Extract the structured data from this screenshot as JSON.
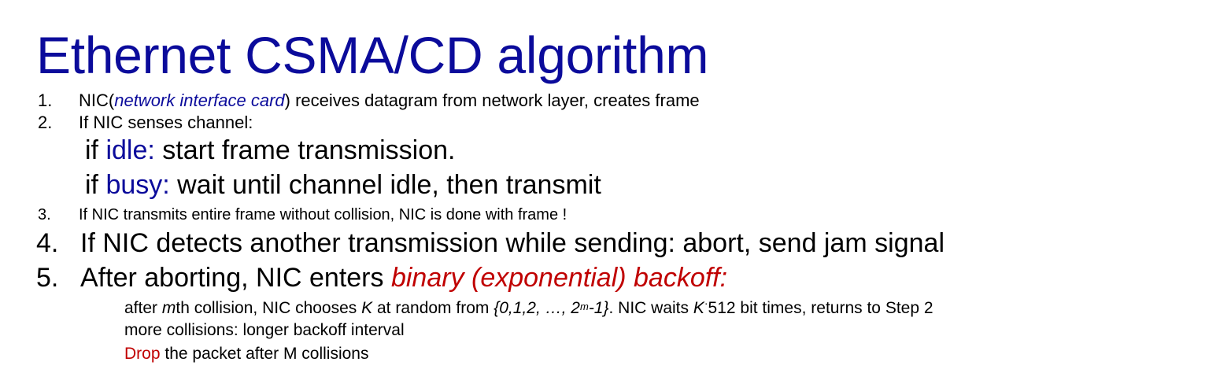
{
  "title": "Ethernet CSMA/CD algorithm",
  "steps": {
    "s1": {
      "num": "1.",
      "pre": "NIC(",
      "em": "network interface card",
      "post": ") receives datagram from network layer, creates frame"
    },
    "s2": {
      "num": "2.",
      "text": "If NIC senses channel:",
      "idle_if": "if ",
      "idle_kw": "idle:",
      "idle_rest": " start frame transmission.",
      "busy_if": "if ",
      "busy_kw": "busy:",
      "busy_rest": " wait until channel idle, then transmit"
    },
    "s3": {
      "num": "3.",
      "text": "If NIC transmits entire frame without collision, NIC is done with frame !"
    },
    "s4": {
      "num": "4.",
      "text": "If NIC detects another transmission while sending:  abort, send jam signal"
    },
    "s5": {
      "num": "5.",
      "text": "After aborting, NIC enters ",
      "em": "binary (exponential) backoff:",
      "sub1": {
        "p1": "after ",
        "m": "m",
        "p2": "th collision, NIC chooses ",
        "k": "K",
        "p3": " at random from ",
        "set": "{0,1,2, …, 2",
        "sup": "m",
        "set_end": "-1}",
        "p4": ". NIC waits ",
        "k2": "K",
        "dot": "·",
        "p5": "512 bit times, returns to Step 2"
      },
      "sub2": "more collisions: longer backoff interval",
      "sub3_drop": "Drop",
      "sub3_rest": " the packet after M collisions"
    }
  },
  "colors": {
    "title": "#0b0b9b",
    "highlight": "#0b0b9b",
    "warning": "#c00000"
  }
}
